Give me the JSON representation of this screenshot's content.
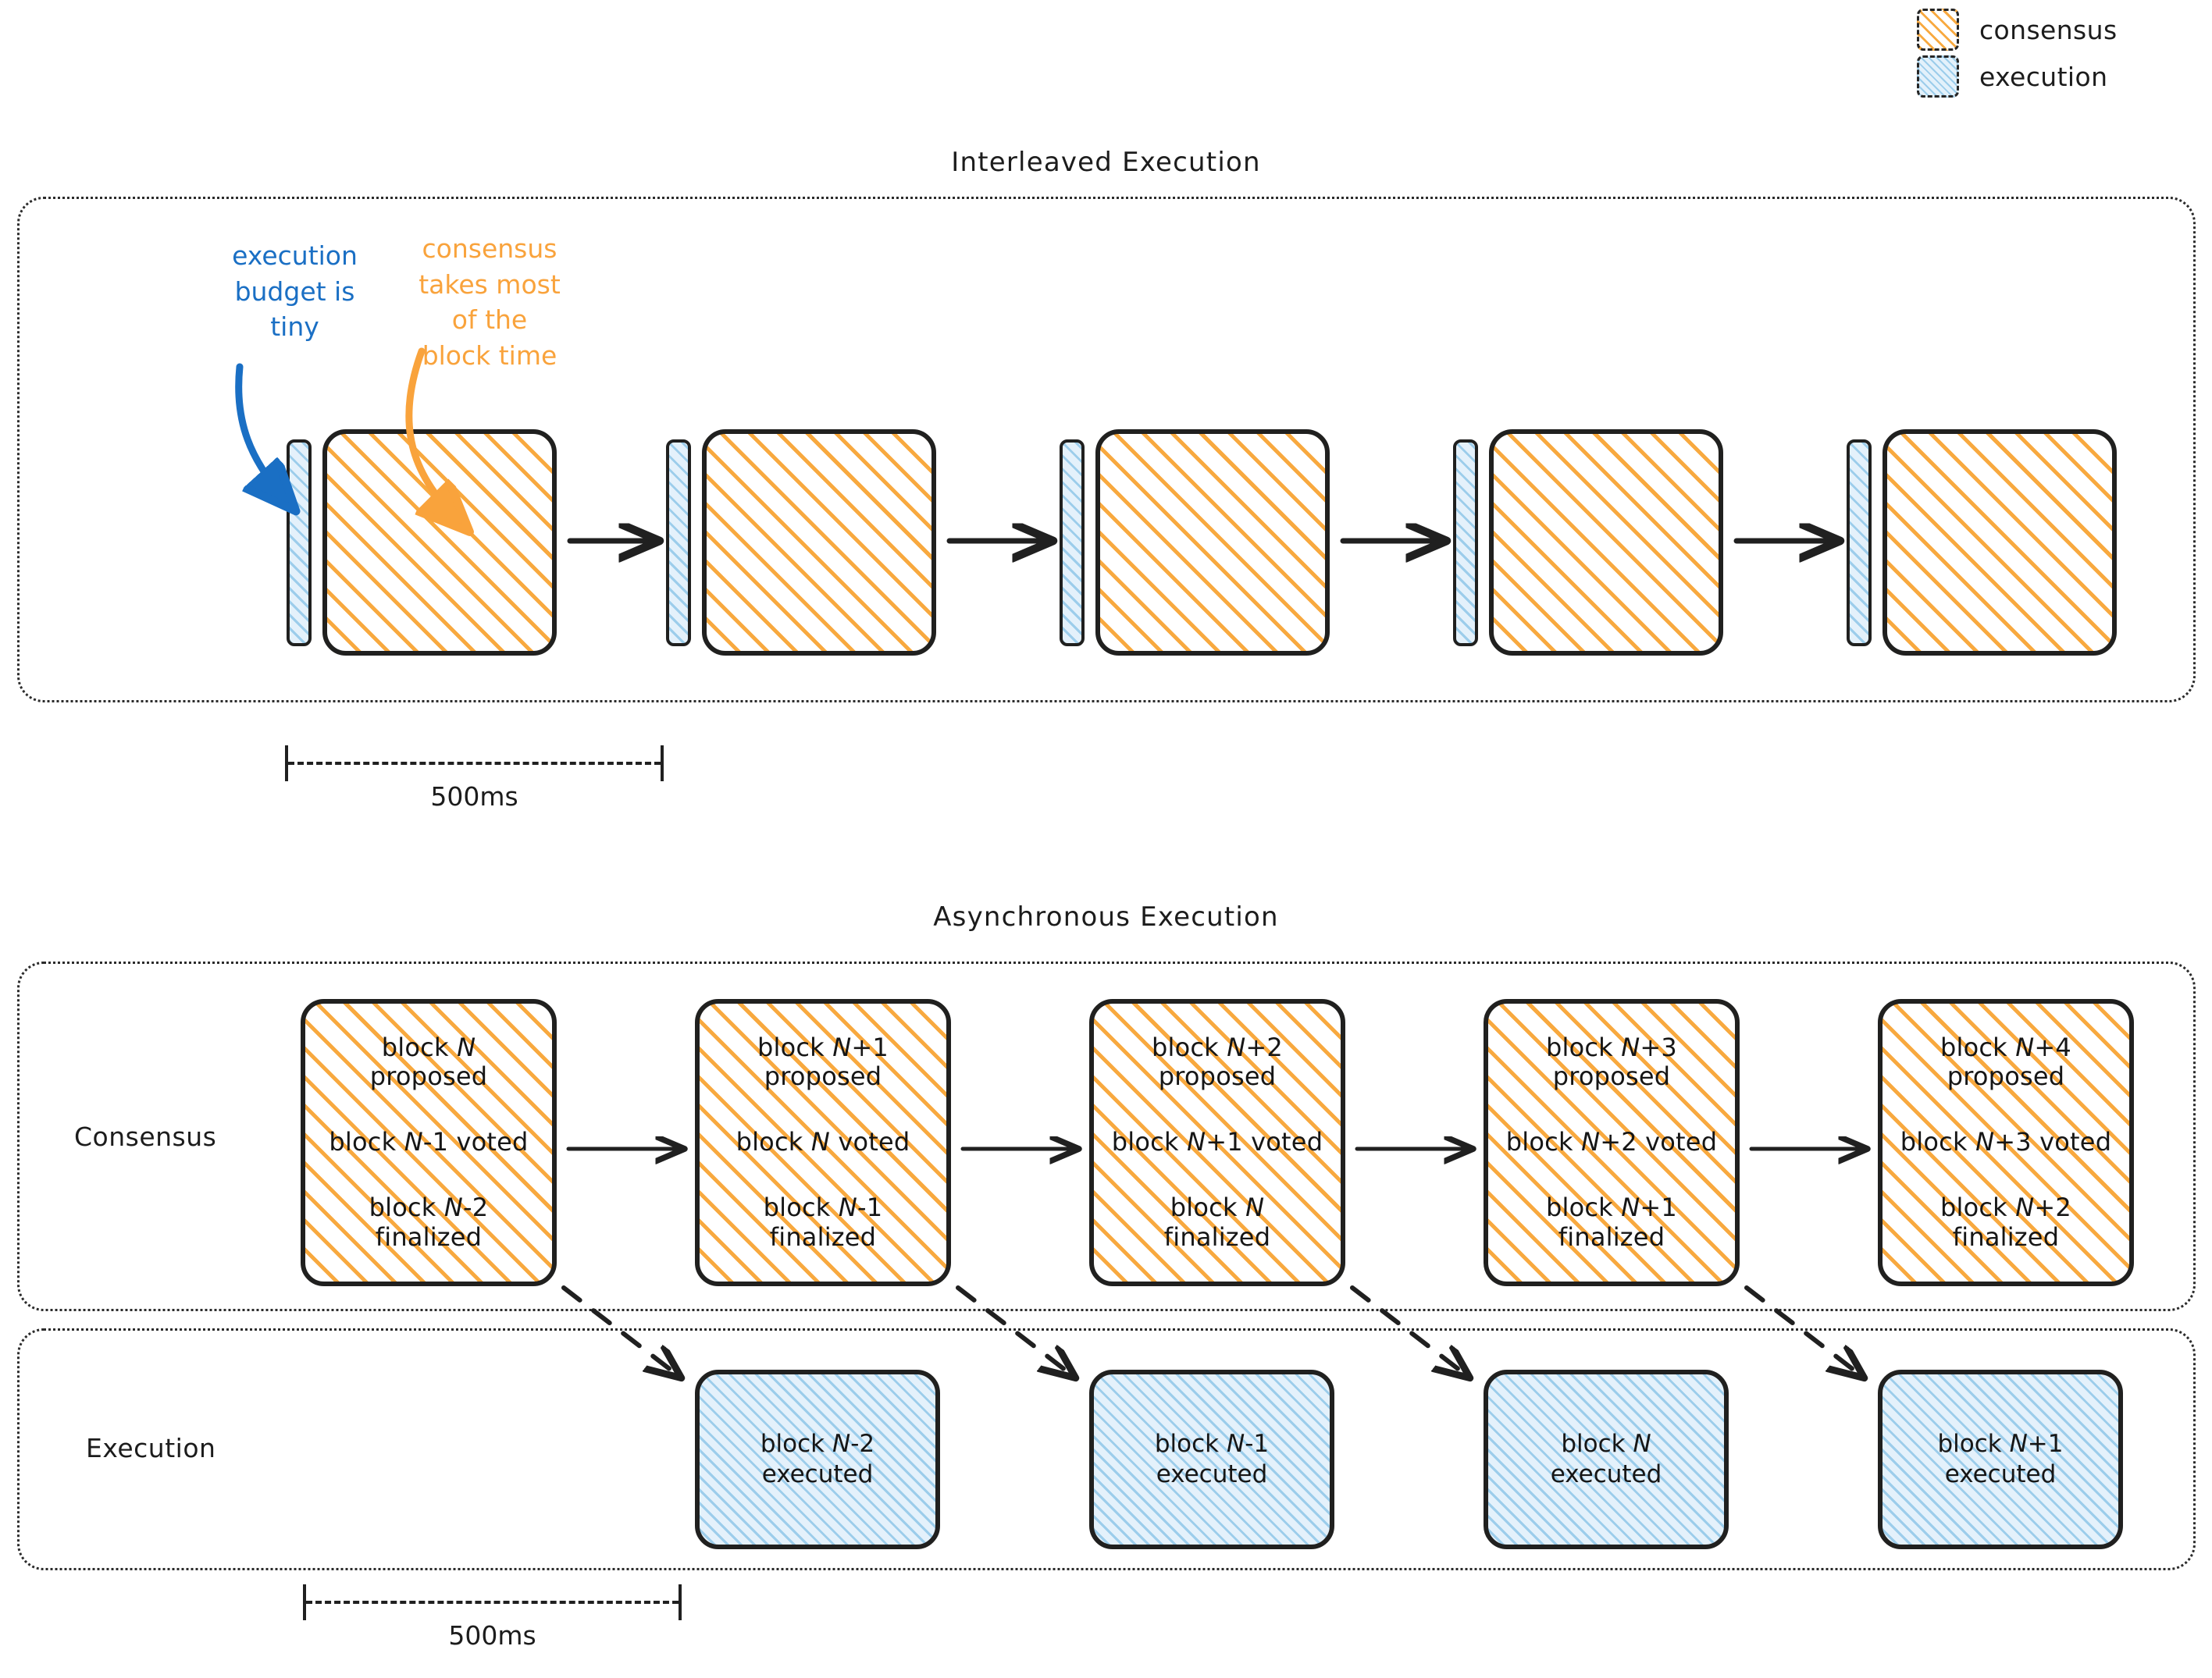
{
  "legend": {
    "items": [
      {
        "label": "consensus",
        "icon": "consensus-hatch-swatch",
        "color": "#f8a93f"
      },
      {
        "label": "execution",
        "icon": "execution-hatch-swatch",
        "color": "#9ccdeb"
      }
    ]
  },
  "sections": [
    {
      "title": "Interleaved Execution",
      "annotations": [
        {
          "id": "execution-budget",
          "text": "execution\nbudget is\ntiny",
          "color": "#1a6fc4"
        },
        {
          "id": "consensus-share",
          "text": "consensus\ntakes most\nof the\nblock time",
          "color": "#f9a33c"
        }
      ],
      "scale": {
        "label": "500ms"
      }
    },
    {
      "title": "Asynchronous Execution",
      "rows": [
        {
          "label": "Consensus"
        },
        {
          "label": "Execution"
        }
      ],
      "scale": {
        "label": "500ms"
      }
    }
  ],
  "interleaved": {
    "slots": [
      {
        "execution_label": "execution",
        "consensus_label": "consensus"
      },
      {
        "execution_label": "execution",
        "consensus_label": "consensus"
      },
      {
        "execution_label": "execution",
        "consensus_label": "consensus"
      },
      {
        "execution_label": "execution",
        "consensus_label": "consensus"
      },
      {
        "execution_label": "execution",
        "consensus_label": "consensus"
      }
    ]
  },
  "consensus_blocks": [
    {
      "proposed_a": "block N",
      "proposed_b": "proposed",
      "voted": "block N-1 voted",
      "finalized_a": "block N-2",
      "finalized_b": "finalized"
    },
    {
      "proposed_a": "block N+1",
      "proposed_b": "proposed",
      "voted": "block N voted",
      "finalized_a": "block N-1",
      "finalized_b": "finalized"
    },
    {
      "proposed_a": "block N+2",
      "proposed_b": "proposed",
      "voted": "block N+1 voted",
      "finalized_a": "block N",
      "finalized_b": "finalized"
    },
    {
      "proposed_a": "block N+3",
      "proposed_b": "proposed",
      "voted": "block N+2 voted",
      "finalized_a": "block N+1",
      "finalized_b": "finalized"
    },
    {
      "proposed_a": "block N+4",
      "proposed_b": "proposed",
      "voted": "block N+3 voted",
      "finalized_a": "block N+2",
      "finalized_b": "finalized"
    }
  ],
  "execution_blocks": [
    {
      "line_a": "block N-2",
      "line_b": "executed"
    },
    {
      "line_a": "block N-1",
      "line_b": "executed"
    },
    {
      "line_a": "block N",
      "line_b": "executed"
    },
    {
      "line_a": "block N+1",
      "line_b": "executed"
    }
  ]
}
